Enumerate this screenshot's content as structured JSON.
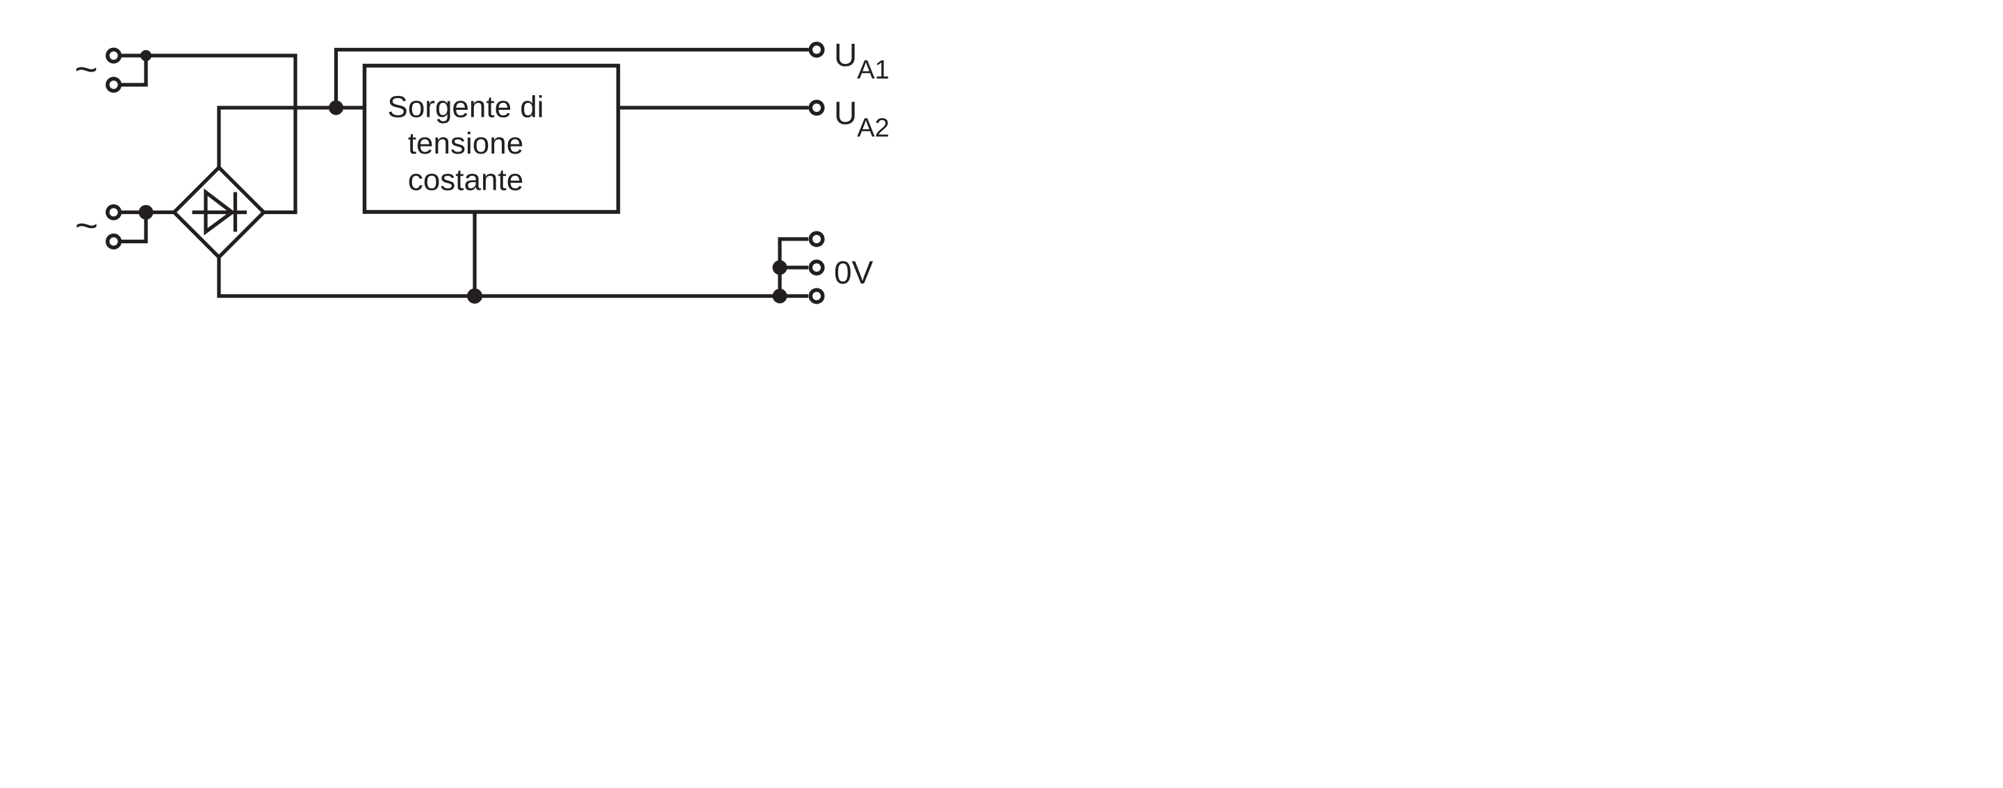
{
  "colors": {
    "ink": "#231f20",
    "background": "#ffffff"
  },
  "box": {
    "label_lines": [
      "Sorgente di",
      "tensione",
      "costante"
    ]
  },
  "labels": {
    "ua1": {
      "base": "U",
      "sub": "A1"
    },
    "ua2": {
      "base": "U",
      "sub": "A2"
    },
    "zero_volt": "0V",
    "ac_symbol": "~"
  }
}
